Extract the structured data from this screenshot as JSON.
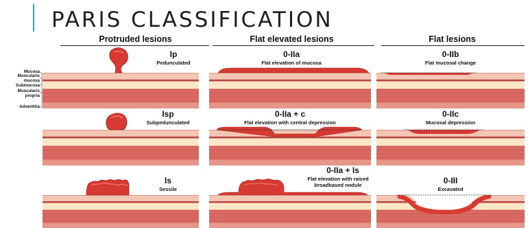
{
  "title": "PARIS CLASSIFICATION",
  "columns": [
    {
      "id": "protruded",
      "heading": "Protruded lesions"
    },
    {
      "id": "flat-elevated",
      "heading": "Flat elevated lesions"
    },
    {
      "id": "flat",
      "heading": "Flat lesions"
    }
  ],
  "layer_labels": [
    "Mucosa",
    "Muscularis mucosa",
    "Submucosa",
    "Muscularis propria",
    "Adventitia"
  ],
  "lesions": [
    {
      "code": "Ip",
      "description": "Pedunculated"
    },
    {
      "code": "0-IIa",
      "description": "Flat elevation of mucosa"
    },
    {
      "code": "0-IIb",
      "description": "Flat mucosal change"
    },
    {
      "code": "Isp",
      "description": "Subpedunculated"
    },
    {
      "code": "0-IIa + c",
      "description": "Flat elevation with central depression"
    },
    {
      "code": "0-IIc",
      "description": "Mucosal depression"
    },
    {
      "code": "Is",
      "description": "Sessile"
    },
    {
      "code": "0-IIa + Is",
      "description": "Flat elevation with raised broadbased nodule"
    },
    {
      "code": "0-III",
      "description": "Excavated"
    }
  ],
  "colors": {
    "accent": "#29a8d6",
    "lesion": "#d63a32",
    "mucosa": "#f3c6b4",
    "submucosa": "#fbe6c8",
    "muscle": "#d96a62",
    "adventitia": "#e79a8c"
  }
}
